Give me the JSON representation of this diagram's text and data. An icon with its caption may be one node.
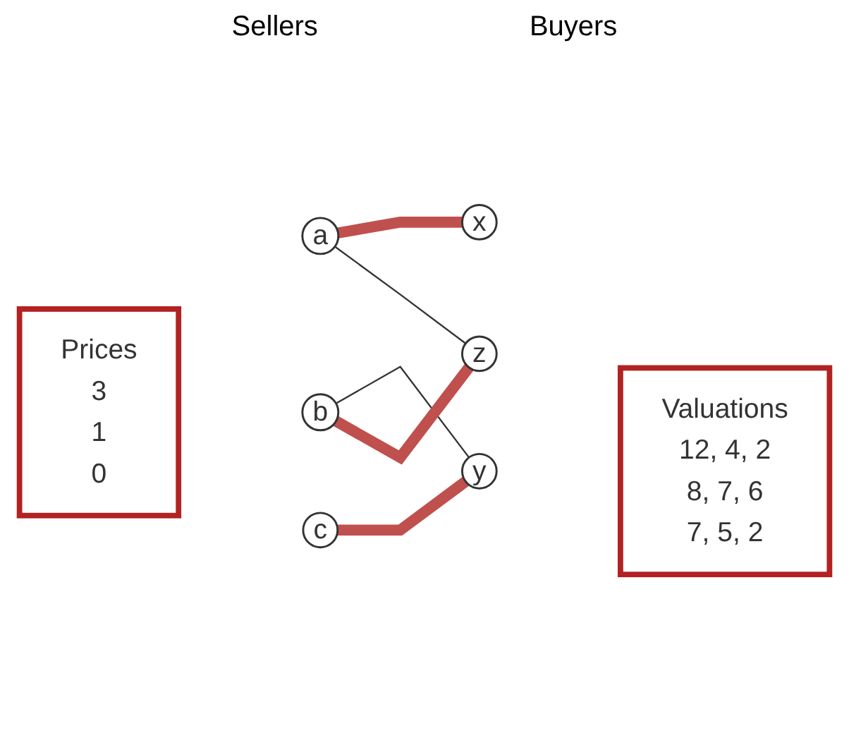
{
  "diagram": {
    "nodes": [
      {
        "text": [
          "Prices",
          "3",
          "1",
          "0"
        ]
      },
      {
        "text": [
          "a"
        ]
      },
      {
        "text": [
          "b"
        ]
      },
      {
        "text": [
          "c"
        ]
      },
      {
        "text": [
          "x"
        ]
      },
      {
        "text": [
          "y"
        ]
      },
      {
        "text": [
          "z"
        ]
      },
      {
        "text": [
          "Valuations",
          "12, 4, 2",
          "8, 7, 6",
          "7, 5, 2"
        ]
      }
    ],
    "edges": [
      {
        "from": 1,
        "to": 4,
        "arrow": "none"
      },
      {
        "from": 1,
        "to": 6,
        "arrow": "none",
        "color": "#333333"
      },
      {
        "from": 2,
        "to": 5,
        "arrow": "none",
        "color": "#333333"
      },
      {
        "from": 2,
        "to": 6,
        "arrow": "none"
      },
      {
        "from": 3,
        "to": 5,
        "arrow": "none"
      }
    ],
    "labels": [
      "Sellers",
      "Buyers"
    ]
  }
}
